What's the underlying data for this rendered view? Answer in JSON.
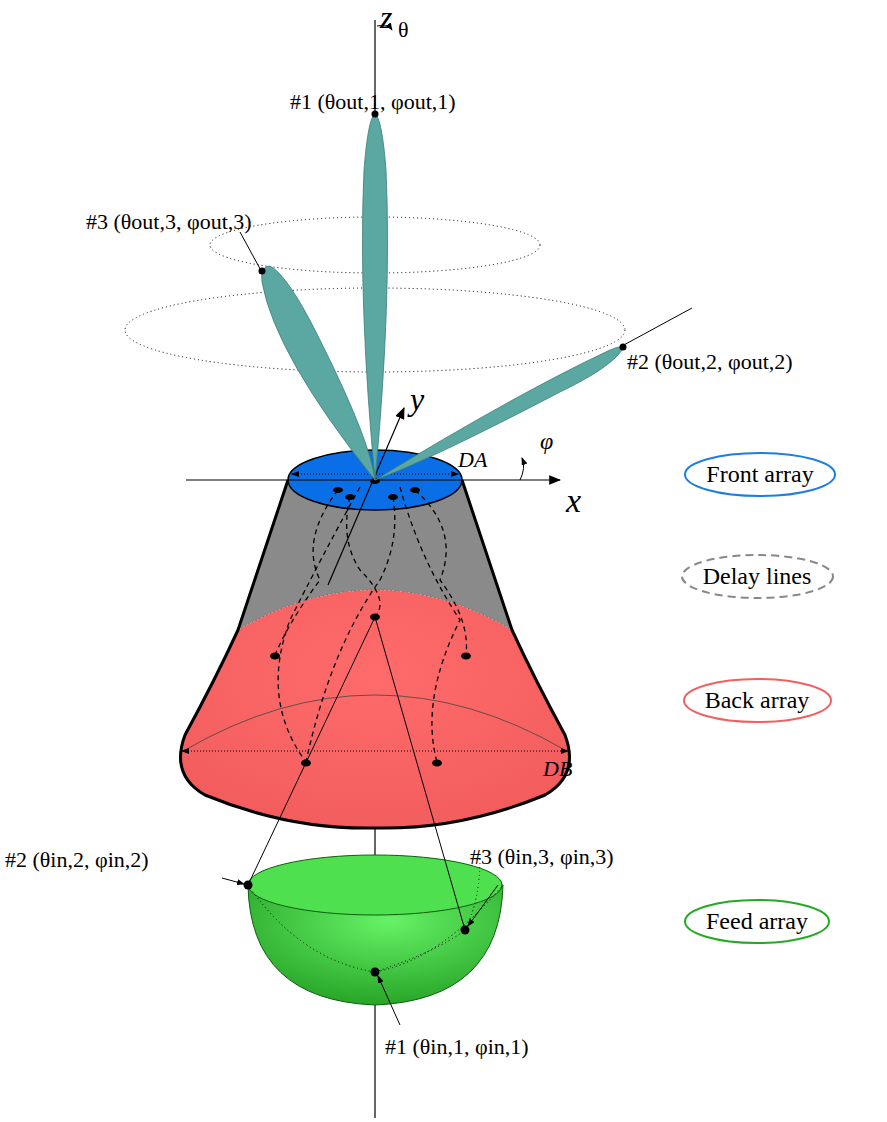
{
  "diagram": {
    "nodes": [
      {
        "text": [
          "Front array"
        ]
      },
      {
        "text": [
          "Delay lines"
        ]
      },
      {
        "text": [
          "Back array"
        ]
      },
      {
        "text": [
          "Feed array"
        ]
      }
    ],
    "labels": [
      "z",
      "θ",
      "#1 (θout,1, φout,1)",
      "#3 (θout,3, φout,3)",
      "#2 (θout,2, φout,2)",
      "y",
      "x",
      "φ",
      "DA",
      "DB",
      "#2 (θin,2, φin,2)",
      "#3 (θin,3, φin,3)",
      "#1 (θin,1, φin,1)"
    ]
  }
}
